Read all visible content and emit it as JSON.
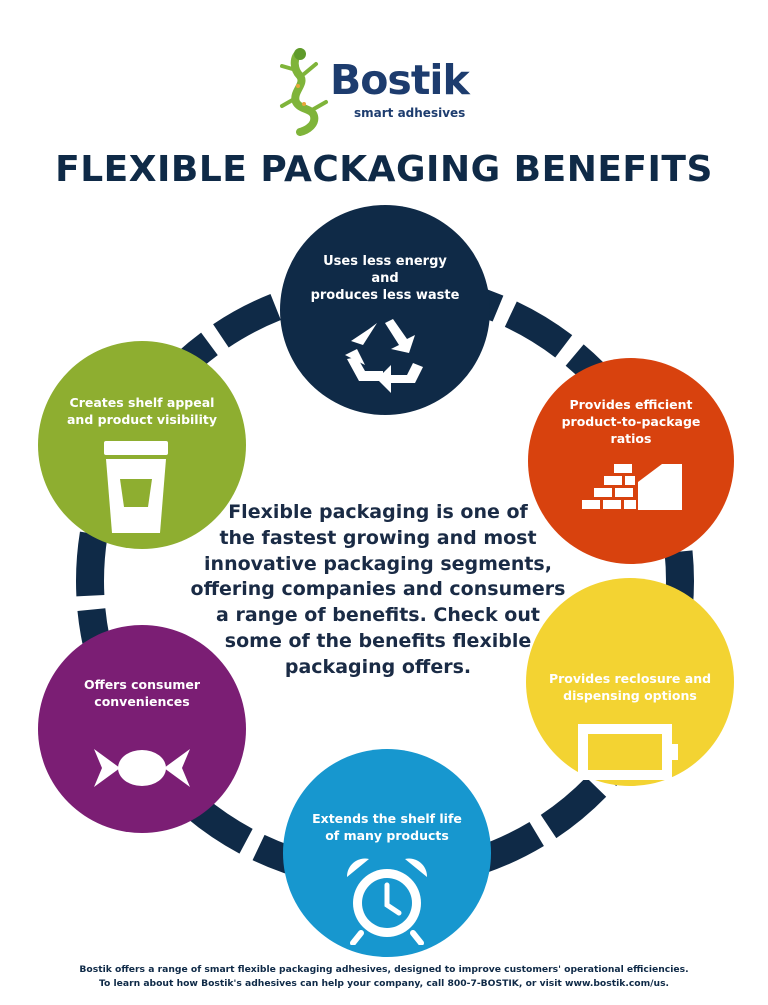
{
  "brand": {
    "name": "Bostik",
    "tagline": "smart adhesives"
  },
  "title": "FLEXIBLE PACKAGING BENEFITS",
  "benefits": [
    {
      "id": "energy",
      "label": "Uses less energy\nand\nproduces less waste",
      "icon": "recycle-icon",
      "color": "#0f2a47"
    },
    {
      "id": "ratios",
      "label": "Provides efficient\nproduct-to-package\nratios",
      "icon": "brick-wall-ratio-icon",
      "color": "#d8420e"
    },
    {
      "id": "reclose",
      "label": "Provides reclosure and\ndispensing options",
      "icon": "battery-box-icon",
      "color": "#f3d332"
    },
    {
      "id": "shelf",
      "label": "Extends the shelf life\nof many products",
      "icon": "alarm-clock-icon",
      "color": "#1797cf"
    },
    {
      "id": "convenience",
      "label": "Offers consumer\nconveniences",
      "icon": "candy-wrapper-icon",
      "color": "#7b1e74"
    },
    {
      "id": "appeal",
      "label": "Creates shelf appeal\nand product visibility",
      "icon": "stand-up-pouch-icon",
      "color": "#8eae30"
    }
  ],
  "center_text": "Flexible packaging is one of\nthe fastest growing and most\ninnovative packaging segments,\noffering companies and consumers\na range of benefits. Check out\nsome of the benefits flexible\npackaging offers.",
  "footer": "Bostik offers a range of smart flexible packaging adhesives, designed to improve customers' operational efficiencies.\nTo learn about how Bostik's adhesives can help your company, call 800-7-BOSTIK, or visit www.bostik.com/us.",
  "ring_color": "#0f2a47"
}
